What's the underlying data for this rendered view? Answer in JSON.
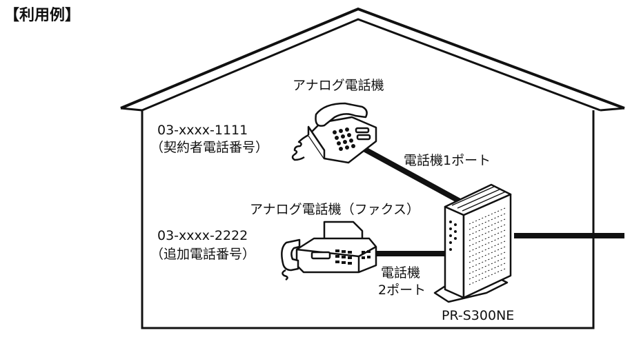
{
  "section_title": "【利用例】",
  "devices": {
    "phone": {
      "name": "アナログ電話機",
      "number": "03-xxxx-1111",
      "number_note": "（契約者電話番号）"
    },
    "fax": {
      "name": "アナログ電話機（ファクス）",
      "number": "03-xxxx-2222",
      "number_note": "（追加電話番号）"
    },
    "router": {
      "model": "PR-S300NE"
    }
  },
  "ports": {
    "port1": "電話機1ポート",
    "port2_line1": "電話機",
    "port2_line2": "2ポート"
  }
}
